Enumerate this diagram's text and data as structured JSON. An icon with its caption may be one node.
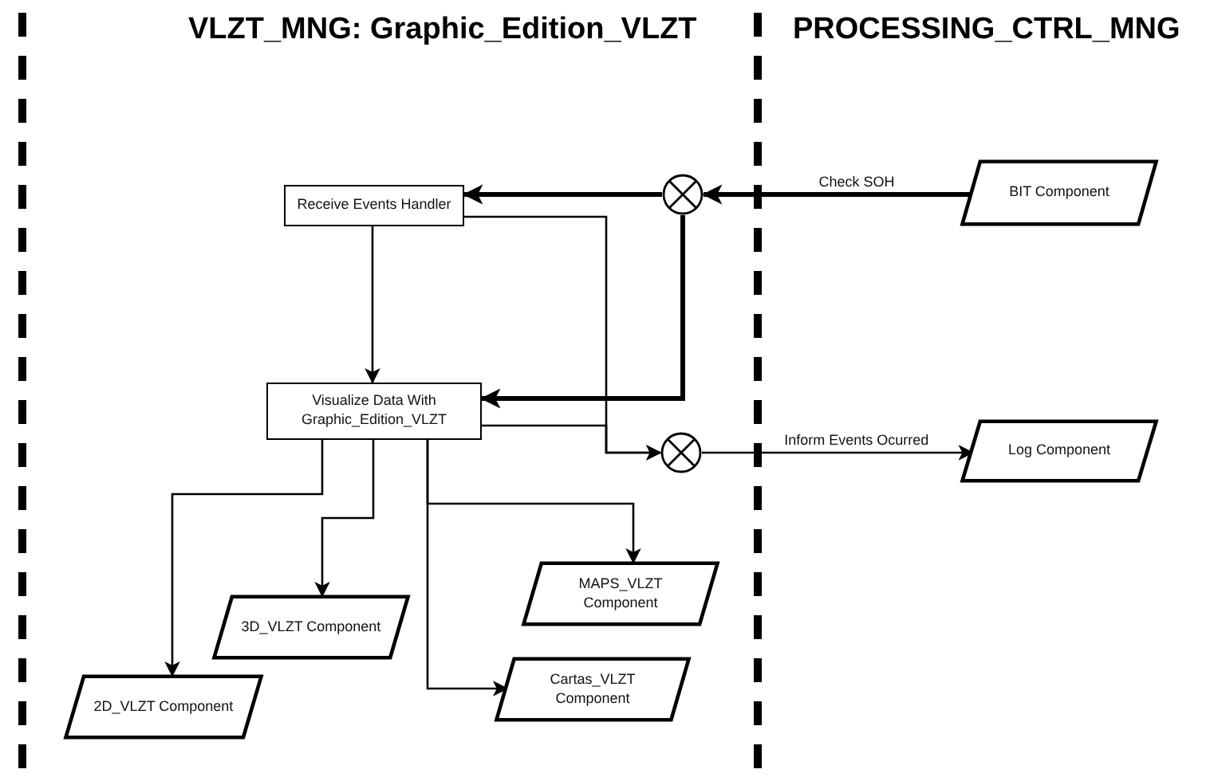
{
  "diagram": {
    "nodes": [
      {
        "text": [
          "Receive Events Handler"
        ]
      },
      {
        "text": [
          "Visualize Data With Graphic_Edition_VLZT"
        ]
      },
      {
        "text": [],
        "shape": "circle"
      },
      {
        "text": [
          "BIT Component"
        ]
      },
      {
        "text": [],
        "shape": "circle"
      },
      {
        "text": [
          "Log Component"
        ]
      },
      {
        "text": [
          "MAPS_VLZT Component"
        ]
      },
      {
        "text": [
          "3D_VLZT Component"
        ]
      },
      {
        "text": [
          "Cartas_VLZT Component"
        ]
      },
      {
        "text": [
          "2D_VLZT Component"
        ]
      }
    ],
    "edges": [
      {
        "from": 3,
        "to": 2,
        "arrow": "to",
        "label": "Check SOH",
        "style": "thick"
      },
      {
        "from": 2,
        "to": 0,
        "arrow": "to",
        "style": "thick"
      },
      {
        "from": 2,
        "to": 1,
        "arrow": "to",
        "style": "thick"
      },
      {
        "from": 0,
        "to": 1,
        "arrow": "to"
      },
      {
        "from": 0,
        "to": 4,
        "arrow": "to"
      },
      {
        "from": 1,
        "to": 4,
        "arrow": "to"
      },
      {
        "from": 4,
        "to": 5,
        "arrow": "to",
        "label": "Inform Events Ocurred"
      },
      {
        "from": 1,
        "to": 9,
        "arrow": "to"
      },
      {
        "from": 1,
        "to": 7,
        "arrow": "to"
      },
      {
        "from": 1,
        "to": 6,
        "arrow": "to"
      },
      {
        "from": 1,
        "to": 8,
        "arrow": "to"
      }
    ],
    "labels": [
      "VLZT_MNG: Graphic_Edition_VLZT",
      "PROCESSING_CTRL_MNG"
    ]
  }
}
